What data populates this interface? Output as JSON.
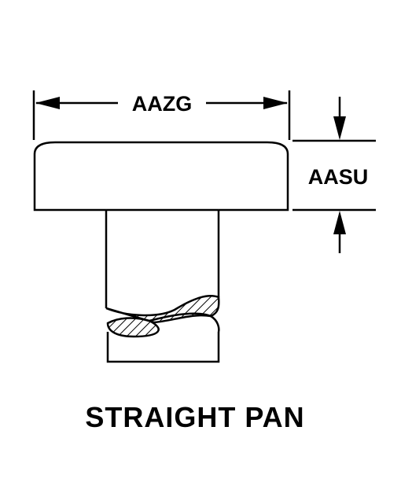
{
  "dimensions": {
    "width_label": "AAZG",
    "height_label": "AASU"
  },
  "caption": "STRAIGHT PAN"
}
